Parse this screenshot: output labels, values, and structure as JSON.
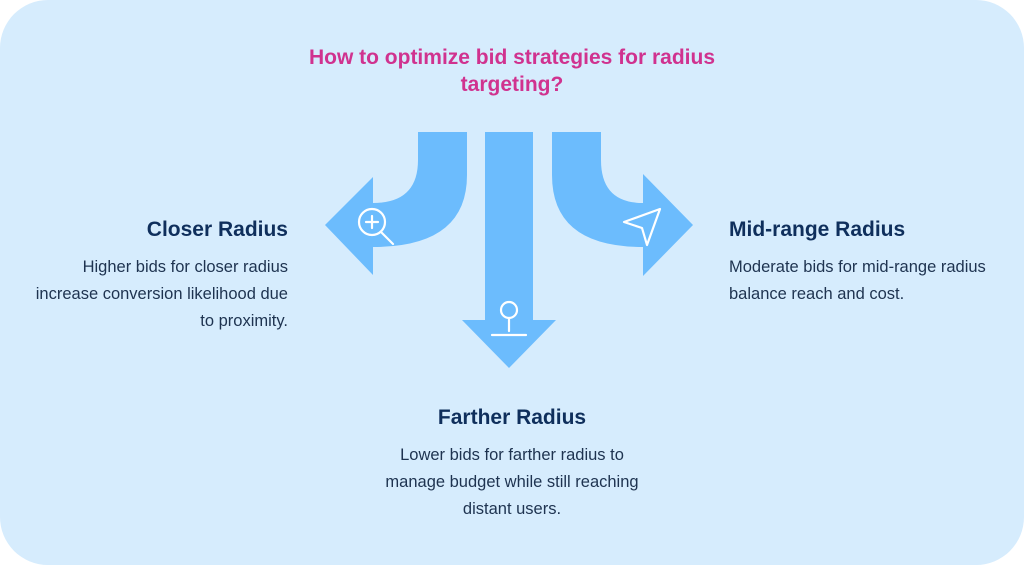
{
  "title": "How to optimize bid strategies for radius targeting?",
  "colors": {
    "background": "#d6ecfd",
    "arrow": "#6cbcfd",
    "title": "#d0328f",
    "heading": "#0f2f5c",
    "text": "#1e3350"
  },
  "branches": {
    "closer": {
      "heading": "Closer Radius",
      "description": "Higher bids for closer radius increase conversion likelihood due to proximity.",
      "icon": "magnifier-plus-icon"
    },
    "farther": {
      "heading": "Farther Radius",
      "description": "Lower bids for farther radius to manage budget while still reaching distant users.",
      "icon": "location-pin-icon"
    },
    "midrange": {
      "heading": "Mid-range Radius",
      "description": "Moderate bids for mid-range radius balance reach and cost.",
      "icon": "navigation-arrow-icon"
    }
  }
}
